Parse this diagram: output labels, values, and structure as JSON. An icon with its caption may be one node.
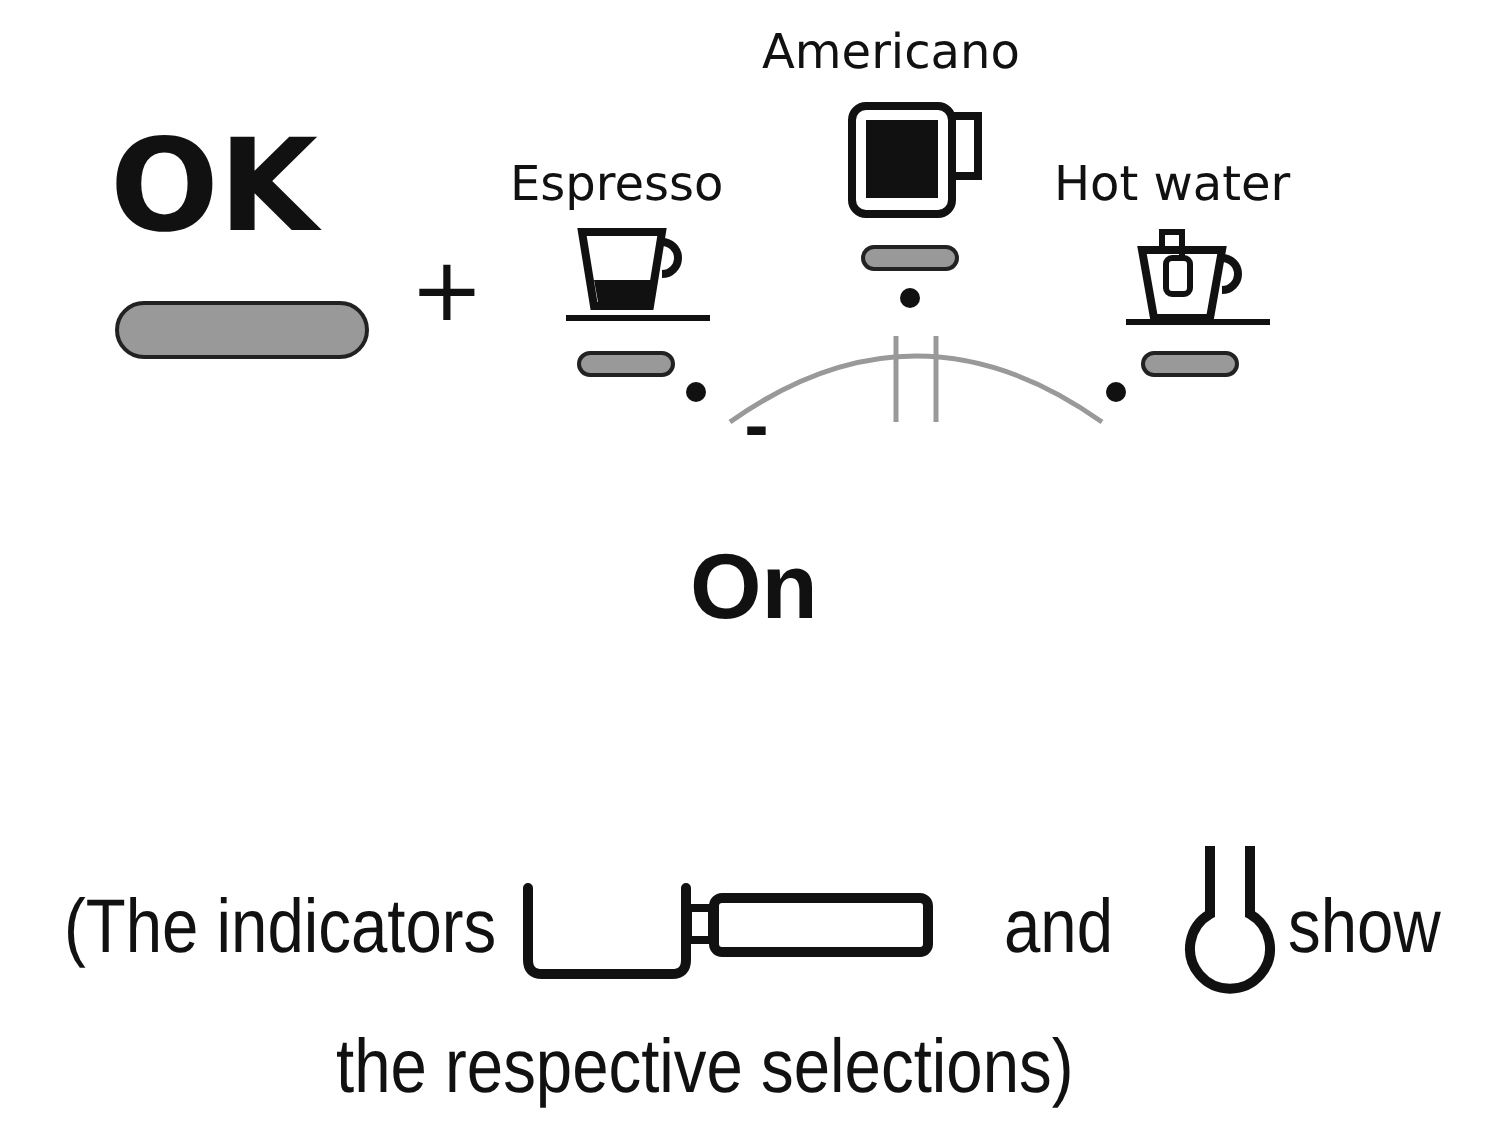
{
  "diagram": {
    "labels": [
      "OK",
      "+",
      "Espresso",
      "Americano",
      "Hot water",
      "-",
      "On",
      "(The indicators",
      "and",
      "show",
      "the respective selections)"
    ]
  }
}
